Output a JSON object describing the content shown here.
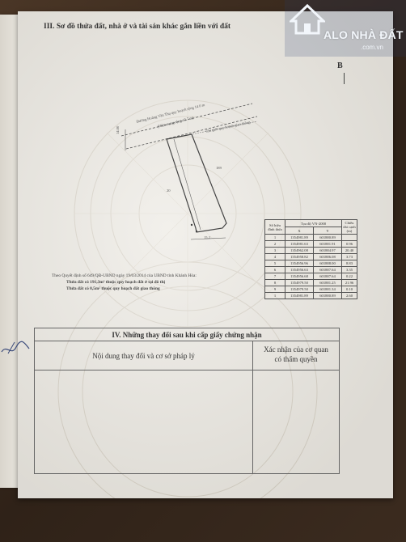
{
  "document": {
    "section_title": "III. Sơ đồ thửa đất, nhà ở và tài sản khác gắn liền với đất",
    "north_label": "B",
    "map": {
      "road_label_1": "Đường Hoàng Văn Thụ quy hoạch rộng 14.0 m",
      "road_label_2": "(Hiện trạng rộng 13.7 m)",
      "road_label_3": "Chỉ giới quy hoạch giao thông",
      "dim_left": "14.00",
      "dim_long": "189",
      "dim_mid": "20",
      "dim_short": "15.2"
    },
    "notes": [
      "Theo Quyết định số 649/QĐ-UBND ngày 19/03/2014 của UBND tỉnh Khánh Hòa:",
      "Thửa đất có 191,3m² thuộc quy hoạch đất ở tại đô thị",
      "Thửa đất có 0,5m² thuộc quy hoạch đất giao thông"
    ],
    "coordinate_table": {
      "headers": [
        "Số hiệu đỉnh thửa",
        "Tọa độ VN-2000",
        "Chiều dài cạnh (m)"
      ],
      "subheaders": [
        "X",
        "Y"
      ],
      "rows": [
        [
          "1",
          "1354981.89",
          "601880.89",
          ""
        ],
        [
          "2",
          "1354981.63",
          "601881.91",
          "0.96"
        ],
        [
          "3",
          "1354962.08",
          "601884.97",
          "20.40"
        ],
        [
          "4",
          "1354958.82",
          "601886.08",
          "3.73"
        ],
        [
          "5",
          "1354956.96",
          "601888.00",
          "8.83"
        ],
        [
          "6",
          "1354956.63",
          "601887.64",
          "3.35"
        ],
        [
          "7",
          "1354956.68",
          "601887.64",
          "0.22"
        ],
        [
          "8",
          "1354979.50",
          "601881.25",
          "21.96"
        ],
        [
          "9",
          "1354979.50",
          "601881.34",
          "0.10"
        ],
        [
          "1",
          "1354981.89",
          "601880.89",
          "2.60"
        ]
      ]
    },
    "changes_section": {
      "title": "IV. Những thay đổi sau khi cấp giấy chứng nhận",
      "col_content": "Nội dung thay đổi và cơ sở pháp lý",
      "col_cert_line1": "Xác nhận của cơ quan",
      "col_cert_line2": "có thẩm quyền"
    }
  },
  "watermark": {
    "brand": "ALO NHÀ ĐẤT",
    "domain": ".com.vn"
  },
  "colors": {
    "paper": "#ebe8e1",
    "table_surface": "#3a2a1e",
    "plot_line": "#444444"
  }
}
